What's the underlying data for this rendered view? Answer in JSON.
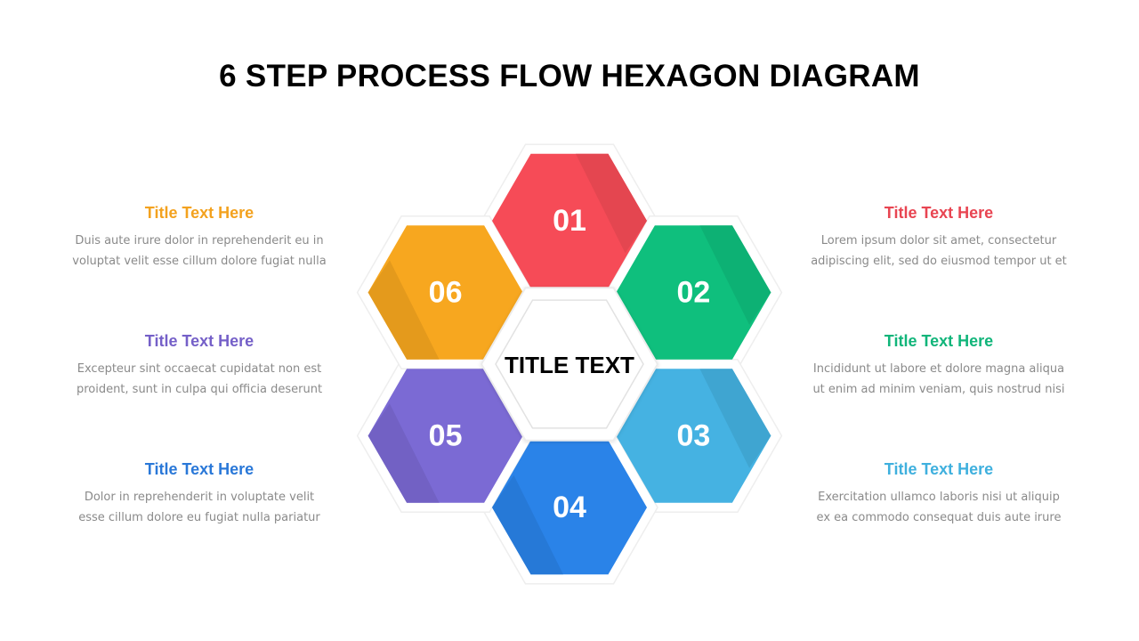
{
  "page": {
    "title": "6 STEP PROCESS FLOW HEXAGON DIAGRAM"
  },
  "center": {
    "label": "TITLE TEXT"
  },
  "steps": [
    {
      "number": "01",
      "color": "#f64b57",
      "title": "Title Text Here",
      "body_line1": "Lorem ipsum dolor sit amet, consectetur",
      "body_line2": "adipiscing elit, sed do eiusmod tempor ut et",
      "title_color": "#e84552"
    },
    {
      "number": "02",
      "color": "#0fbf7d",
      "title": "Title Text Here",
      "body_line1": "Incididunt ut labore et dolore magna aliqua",
      "body_line2": "ut enim ad minim veniam, quis nostrud nisi",
      "title_color": "#11b57a"
    },
    {
      "number": "03",
      "color": "#45b2e2",
      "title": "Title Text Here",
      "body_line1": "Exercitation ullamco laboris nisi ut aliquip",
      "body_line2": "ex ea commodo consequat duis aute irure",
      "title_color": "#3fb0de"
    },
    {
      "number": "04",
      "color": "#2a83e8",
      "title": "Title Text Here",
      "body_line1": "Dolor in reprehenderit in voluptate velit",
      "body_line2": "esse cillum dolore eu fugiat nulla pariatur",
      "title_color": "#2a78d8"
    },
    {
      "number": "05",
      "color": "#7b6ad4",
      "title": "Title Text Here",
      "body_line1": "Excepteur sint occaecat cupidatat non est",
      "body_line2": "proident, sunt in culpa qui officia deserunt",
      "title_color": "#7560c8"
    },
    {
      "number": "06",
      "color": "#f7a71f",
      "title": "Title Text Here",
      "body_line1": "Duis aute irure dolor in reprehenderit eu in",
      "body_line2": "voluptat velit esse cillum dolore fugiat nulla",
      "title_color": "#f3a21f"
    }
  ]
}
